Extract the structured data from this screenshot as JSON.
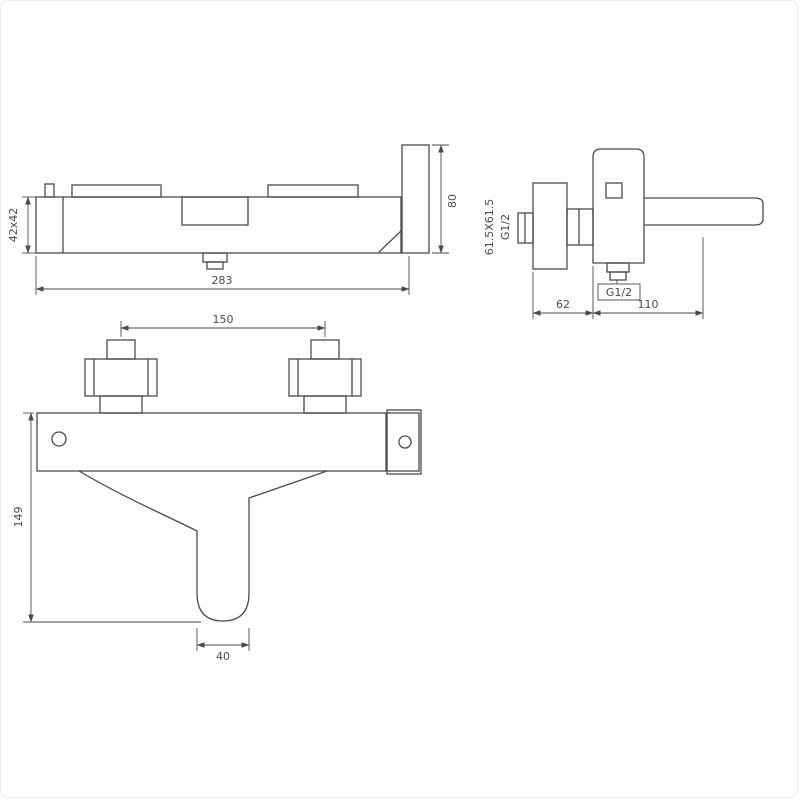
{
  "page": {
    "background": "#ffffff",
    "border_color": "#ececec"
  },
  "drawing": {
    "kind": "technical dimension drawing",
    "subject": "wall-mounted bath shower mixer tap",
    "line_color": "#4a4a4a",
    "views": {
      "top_view": {
        "id": "top-left-view",
        "dimensions": {
          "body_section": "42x42",
          "overall_width": "283",
          "handle_length": "80"
        }
      },
      "side_view": {
        "id": "top-right-view",
        "dimensions": {
          "wall_plate": "61.5X61.5",
          "inlet_thread": "G1/2",
          "outlet_thread": "G1/2",
          "wall_to_body": "62",
          "spout_reach": "110"
        }
      },
      "front_view": {
        "id": "bottom-view",
        "dimensions": {
          "union_spacing": "150",
          "overall_height": "149",
          "spout_width": "40"
        }
      }
    }
  }
}
